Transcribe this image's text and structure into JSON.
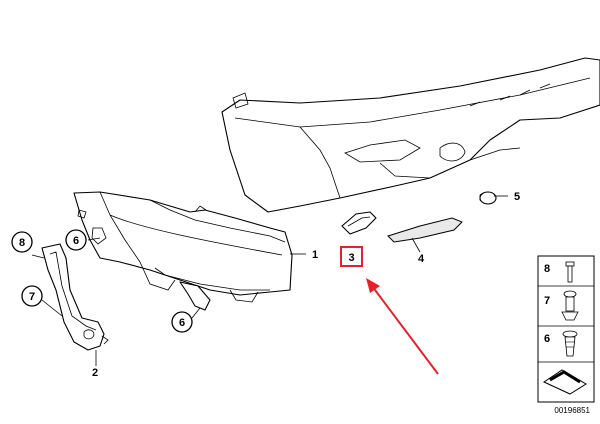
{
  "parts": {
    "p1": "1",
    "p2": "2",
    "p3": "3",
    "p4": "4",
    "p5": "5",
    "p6a": "6",
    "p6b": "6",
    "p7": "7",
    "p8": "8"
  },
  "legend": {
    "n8": "8",
    "n7": "7",
    "n6": "6"
  },
  "drawing_number": "00196851",
  "colors": {
    "highlight": "#e8202a",
    "line": "#000000"
  }
}
